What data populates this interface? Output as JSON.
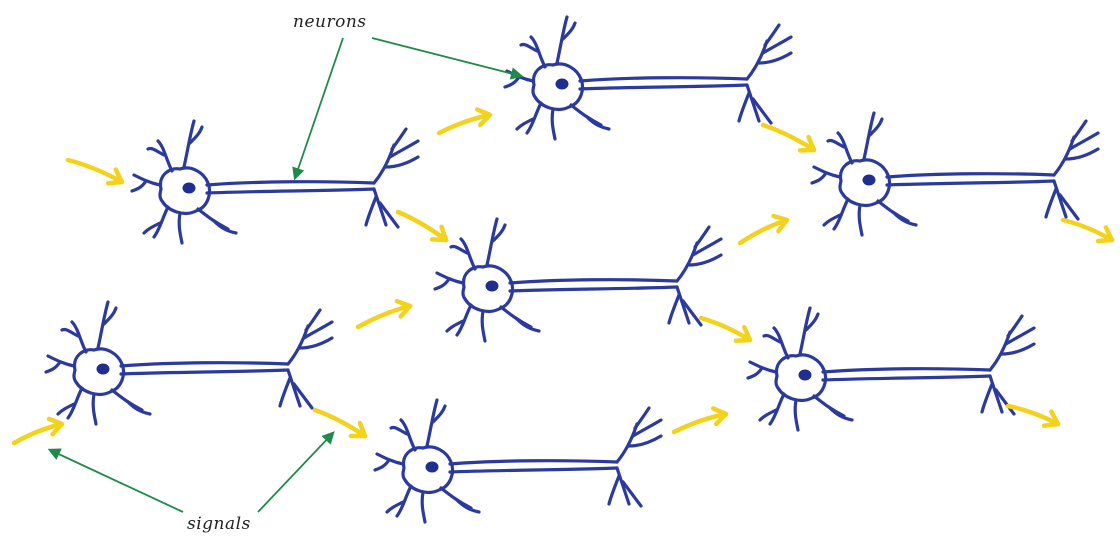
{
  "labels": {
    "neurons": "neurons",
    "signals": "signals"
  },
  "colors": {
    "neuron": "#2b3a9c",
    "nucleus": "#1f2f8f",
    "signal_arrow": "#f2d21a",
    "pointer_arrow": "#1f8a4a",
    "label_text": "#222222",
    "background": "#ffffff"
  },
  "diagram": {
    "neuron_count": 7,
    "signal_arrow_count": 12
  }
}
